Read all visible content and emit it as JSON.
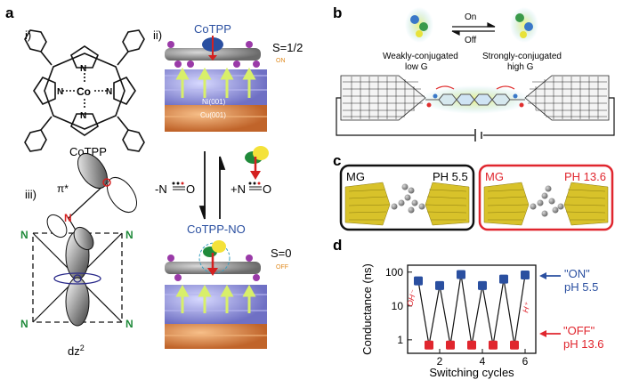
{
  "panel_a": {
    "letter": "a",
    "sub_i": "i)",
    "sub_ii": "ii)",
    "sub_iii": "iii)",
    "molecule_name": "CoTPP",
    "center_atom": "Co",
    "nitrogen": "N",
    "top_label": "CoTPP",
    "top_spin": "S=1/2",
    "top_state": "ON",
    "substrate_top": "Ni(001)",
    "substrate_bottom": "Cu(001)",
    "minus_no": "-N",
    "plus_no": "+N",
    "oxygen": "O",
    "bottom_label": "CoTPP-NO",
    "bottom_spin": "S=0",
    "bottom_state": "OFF",
    "pi_star": "π*",
    "dz2": "dz",
    "dz2_sup": "2"
  },
  "panel_b": {
    "letter": "b",
    "on": "On",
    "off": "Off",
    "left_title": "Weakly-conjugated",
    "left_sub": "low G",
    "right_title": "Strongly-conjugated",
    "right_sub": "high G"
  },
  "panel_c": {
    "letter": "c",
    "left_mg": "MG",
    "left_ph": "PH 5.5",
    "right_mg": "MG",
    "right_ph": "PH 13.6"
  },
  "panel_d": {
    "letter": "d",
    "on_label": "\"ON\"",
    "on_ph": "pH 5.5",
    "off_label": "\"OFF\"",
    "off_ph": "pH 13.6",
    "oh_label": "OH⁻",
    "h_label": "H⁺"
  },
  "colors": {
    "on_blue": "#2a4fa0",
    "off_red": "#e0262e",
    "substrate_purple": "#8e8fd8",
    "substrate_orange": "#d9823e",
    "arrow_green": "#d8ef6a"
  },
  "chart_data": {
    "type": "line",
    "xlabel": "Switching cycles",
    "ylabel": "Conductance (ns)",
    "x_ticks": [
      "2",
      "4",
      "6"
    ],
    "y_ticks": [
      "1",
      "10",
      "100"
    ],
    "y_scale": "log",
    "xlim": [
      0.5,
      6.5
    ],
    "ylim": [
      0.4,
      160
    ],
    "series": [
      {
        "name": "ON",
        "color": "#2a4fa0",
        "x": [
          1,
          2,
          3,
          4,
          5,
          6
        ],
        "values": [
          55,
          40,
          85,
          40,
          62,
          82
        ]
      },
      {
        "name": "OFF",
        "color": "#e0262e",
        "x": [
          1.5,
          2.5,
          3.5,
          4.5,
          5.5
        ],
        "values": [
          0.7,
          0.7,
          0.7,
          0.7,
          0.7
        ]
      }
    ]
  }
}
